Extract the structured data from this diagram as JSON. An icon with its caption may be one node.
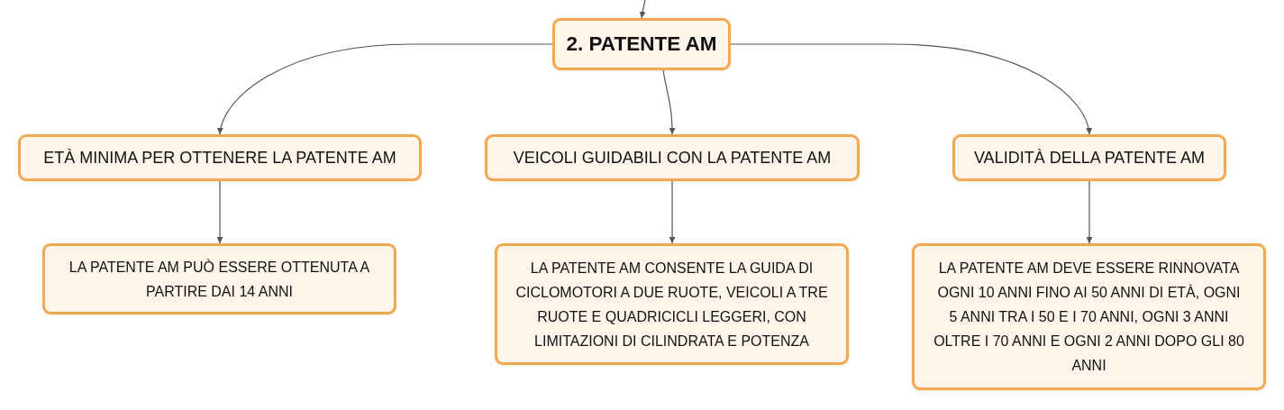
{
  "diagram": {
    "nodes": [
      {
        "text": [
          "2. PATENTE AM"
        ]
      },
      {
        "text": [
          "ETÀ MINIMA PER OTTENERE LA PATENTE AM"
        ]
      },
      {
        "text": [
          "VEICOLI GUIDABILI CON LA PATENTE AM"
        ]
      },
      {
        "text": [
          "VALIDITÀ DELLA PATENTE AM"
        ]
      },
      {
        "text": [
          "LA PATENTE AM PUÒ ESSERE OTTENUTA A PARTIRE DAI 14 ANNI"
        ]
      },
      {
        "text": [
          "LA PATENTE AM CONSENTE LA GUIDA DI CICLOMOTORI A DUE RUOTE, VEICOLI A TRE RUOTE E QUADRICICLI LEGGERI, CON LIMITAZIONI DI CILINDRATA E POTENZA"
        ]
      },
      {
        "text": [
          "LA PATENTE AM DEVE ESSERE RINNOVATA OGNI 10 ANNI FINO AI 50 ANNI DI ETÀ, OGNI 5 ANNI TRA I 50 E I 70 ANNI, OGNI 3 ANNI OLTRE I 70 ANNI E OGNI 2 ANNI DOPO GLI 80 ANNI"
        ]
      }
    ],
    "edges": [
      {
        "from": null,
        "to": 0,
        "arrow": "to"
      },
      {
        "from": 0,
        "to": 1,
        "arrow": "to"
      },
      {
        "from": 0,
        "to": 2,
        "arrow": "to"
      },
      {
        "from": 0,
        "to": 3,
        "arrow": "to"
      },
      {
        "from": 1,
        "to": 4,
        "arrow": "to"
      },
      {
        "from": 2,
        "to": 5,
        "arrow": "to"
      },
      {
        "from": 3,
        "to": 6,
        "arrow": "to"
      }
    ]
  }
}
